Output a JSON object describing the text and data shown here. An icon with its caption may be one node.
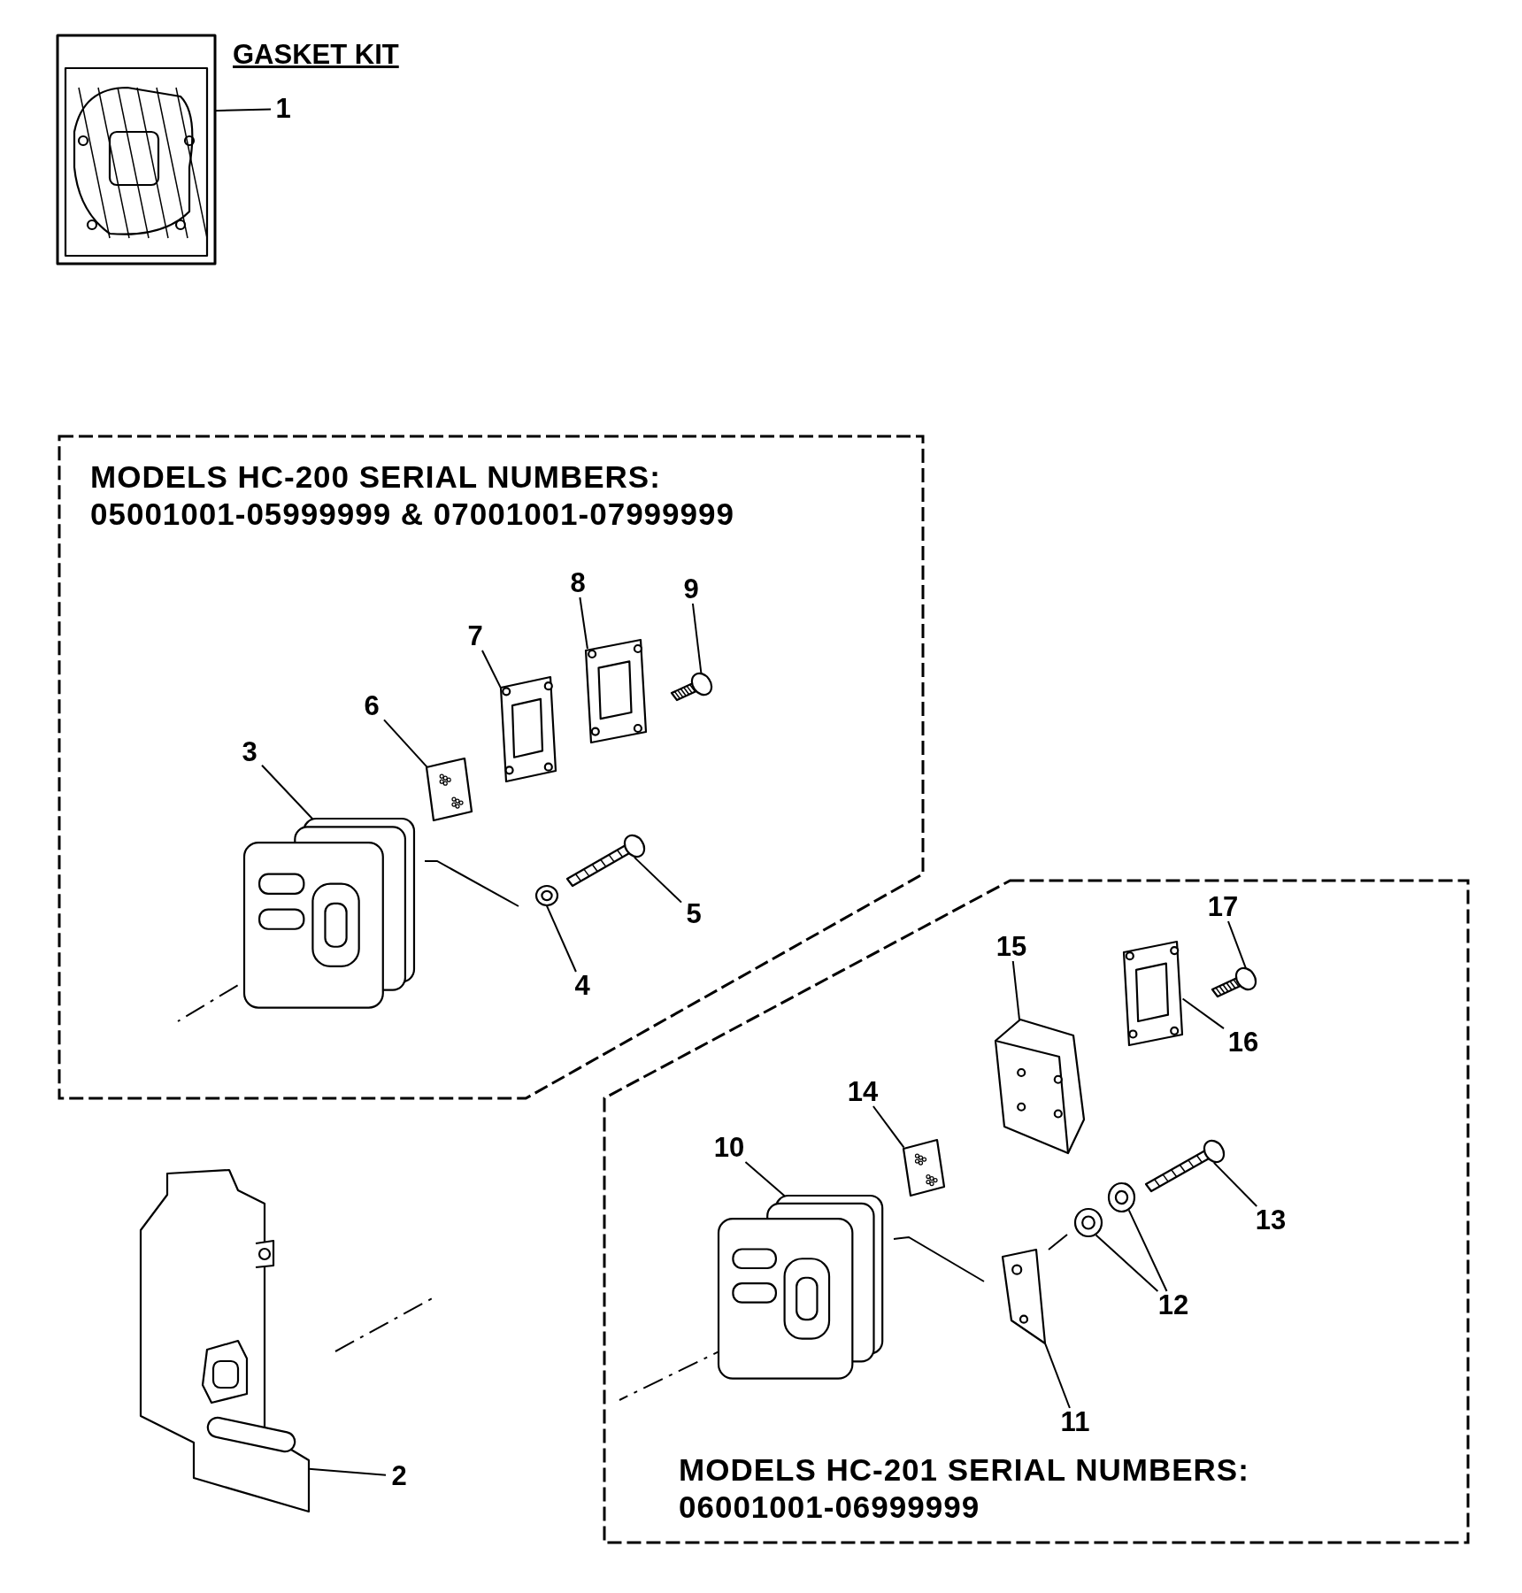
{
  "diagram": {
    "nodes": [
      {
        "text": [
          "MODELS HC-200 SERIAL NUMBERS: 05001001-05999999 & 07001001-07999999"
        ]
      },
      {
        "text": [
          "MODELS HC-201 SERIAL NUMBERS: 06001001-06999999"
        ]
      },
      {
        "text": [
          "1"
        ]
      },
      {
        "text": [],
        "shape": "picture",
        "beside": [
          "GASKET KIT"
        ]
      },
      {
        "text": [
          "2"
        ]
      },
      {
        "text": [],
        "shape": "picture"
      },
      {
        "text": [
          "3"
        ],
        "in": 0
      },
      {
        "text": [],
        "shape": "picture",
        "in": 0
      },
      {
        "text": [
          "4"
        ],
        "in": 0
      },
      {
        "text": [],
        "shape": "picture",
        "in": 0
      },
      {
        "text": [
          "5"
        ],
        "in": 0
      },
      {
        "text": [],
        "shape": "picture",
        "in": 0
      },
      {
        "text": [
          "6"
        ],
        "in": 0
      },
      {
        "text": [],
        "shape": "picture",
        "in": 0
      },
      {
        "text": [
          "7"
        ],
        "in": 0
      },
      {
        "text": [],
        "shape": "picture",
        "in": 0
      },
      {
        "text": [
          "8"
        ],
        "in": 0
      },
      {
        "text": [],
        "shape": "picture",
        "in": 0
      },
      {
        "text": [
          "9"
        ],
        "in": 0
      },
      {
        "text": [],
        "shape": "picture",
        "in": 0
      },
      {
        "text": [
          "10"
        ],
        "in": 1
      },
      {
        "text": [],
        "shape": "picture",
        "in": 1
      },
      {
        "text": [
          "11"
        ],
        "in": 1
      },
      {
        "text": [],
        "shape": "picture",
        "in": 1
      },
      {
        "text": [
          "12"
        ],
        "in": 1
      },
      {
        "text": [],
        "shape": "picture",
        "in": 1
      },
      {
        "text": [],
        "shape": "picture",
        "in": 1
      },
      {
        "text": [
          "13"
        ],
        "in": 1
      },
      {
        "text": [],
        "shape": "picture",
        "in": 1
      },
      {
        "text": [
          "14"
        ],
        "in": 1
      },
      {
        "text": [],
        "shape": "picture",
        "in": 1
      },
      {
        "text": [
          "15"
        ],
        "in": 1
      },
      {
        "text": [],
        "shape": "picture",
        "in": 1
      },
      {
        "text": [
          "16"
        ],
        "in": 1
      },
      {
        "text": [],
        "shape": "picture",
        "in": 1
      },
      {
        "text": [
          "17"
        ],
        "in": 1
      },
      {
        "text": [],
        "shape": "picture",
        "in": 1
      }
    ],
    "edges": [
      {
        "from": 2,
        "to": 3,
        "arrow": "none"
      },
      {
        "from": 4,
        "to": 5,
        "arrow": "none"
      },
      {
        "from": 6,
        "to": 7,
        "arrow": "none"
      },
      {
        "from": 8,
        "to": 9,
        "arrow": "none"
      },
      {
        "from": 10,
        "to": 11,
        "arrow": "none"
      },
      {
        "from": 12,
        "to": 13,
        "arrow": "none"
      },
      {
        "from": 14,
        "to": 15,
        "arrow": "none"
      },
      {
        "from": 16,
        "to": 17,
        "arrow": "none"
      },
      {
        "from": 18,
        "to": 19,
        "arrow": "none"
      },
      {
        "from": 20,
        "to": 21,
        "arrow": "none"
      },
      {
        "from": 22,
        "to": 23,
        "arrow": "none"
      },
      {
        "from": 24,
        "to": 25,
        "arrow": "none"
      },
      {
        "from": 24,
        "to": 26,
        "arrow": "none"
      },
      {
        "from": 27,
        "to": 28,
        "arrow": "none"
      },
      {
        "from": 29,
        "to": 30,
        "arrow": "none"
      },
      {
        "from": 31,
        "to": 32,
        "arrow": "none"
      },
      {
        "from": 33,
        "to": 34,
        "arrow": "none"
      },
      {
        "from": 35,
        "to": 36,
        "arrow": "none"
      }
    ],
    "labels": []
  }
}
